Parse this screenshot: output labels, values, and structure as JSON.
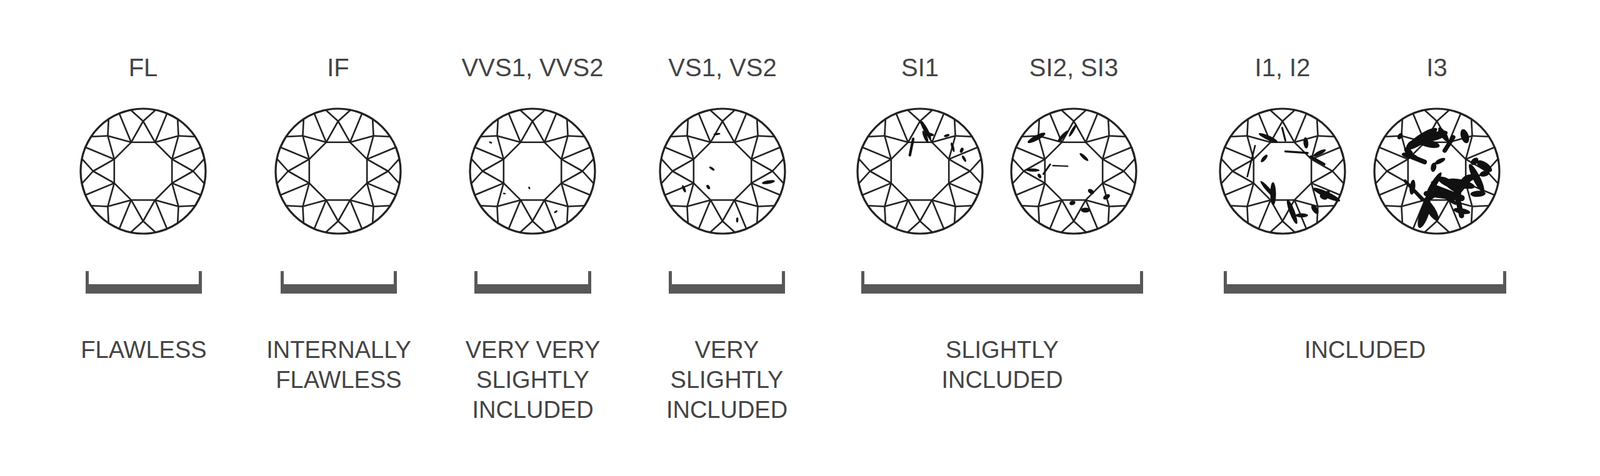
{
  "diagram": {
    "labels": [
      "FL",
      "IF",
      "VVS1, VVS2",
      "VS1, VS2",
      "SI1",
      "SI2, SI3",
      "I1, I2",
      "I3",
      "FLAWLESS",
      "INTERNALLY FLAWLESS",
      "VERY VERY SLIGHTLY INCLUDED",
      "VERY SLIGHTLY INCLUDED",
      "SLIGHTLY INCLUDED",
      "INCLUDED"
    ]
  }
}
